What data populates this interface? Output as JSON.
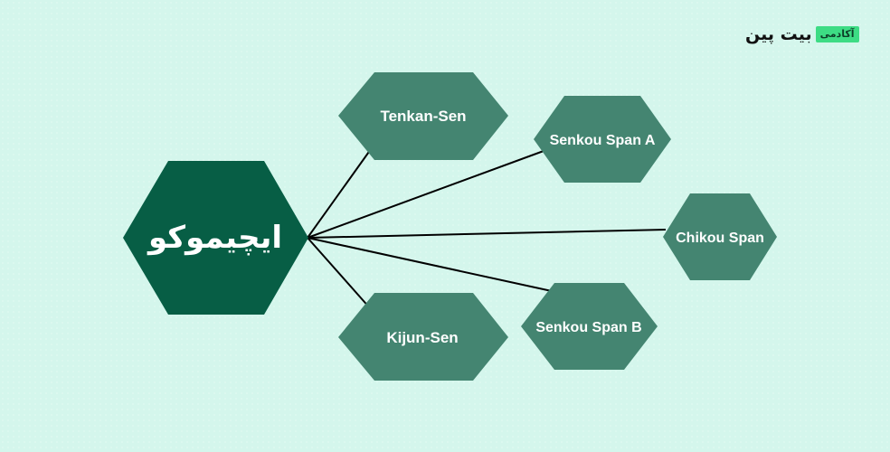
{
  "logo": {
    "word": "بیت پین",
    "badge": "آکادمی"
  },
  "center": {
    "label": "ایچیموکو"
  },
  "nodes": [
    {
      "id": "tenkan",
      "label": "Tenkan-Sen"
    },
    {
      "id": "senkou-a",
      "label": "Senkou Span A"
    },
    {
      "id": "chikou",
      "label": "Chikou Span"
    },
    {
      "id": "senkou-b",
      "label": "Senkou Span B"
    },
    {
      "id": "kijun",
      "label": "Kijun-Sen"
    }
  ],
  "colors": {
    "background": "#d4f6ec",
    "center_fill": "#075e45",
    "node_fill": "#448571",
    "connector": "#000000",
    "badge": "#3ddc84"
  }
}
